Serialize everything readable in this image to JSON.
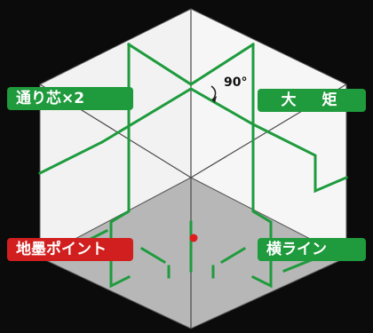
{
  "labels": {
    "vertical": "通り芯×2",
    "vertical_angle": "大　矩",
    "floor_point": "地墨ポイント",
    "horizontal": "横ライン"
  },
  "angle": "90°",
  "colors": {
    "background": "#0b0b0b",
    "wall": "#f3f3f3",
    "floor": "#b7b7b7",
    "laser_green": "#1e9b3d",
    "label_green": "#1f9a3c",
    "label_red": "#d11f1f",
    "point_red": "#e01b1b",
    "edge": "#4a4a4a"
  }
}
